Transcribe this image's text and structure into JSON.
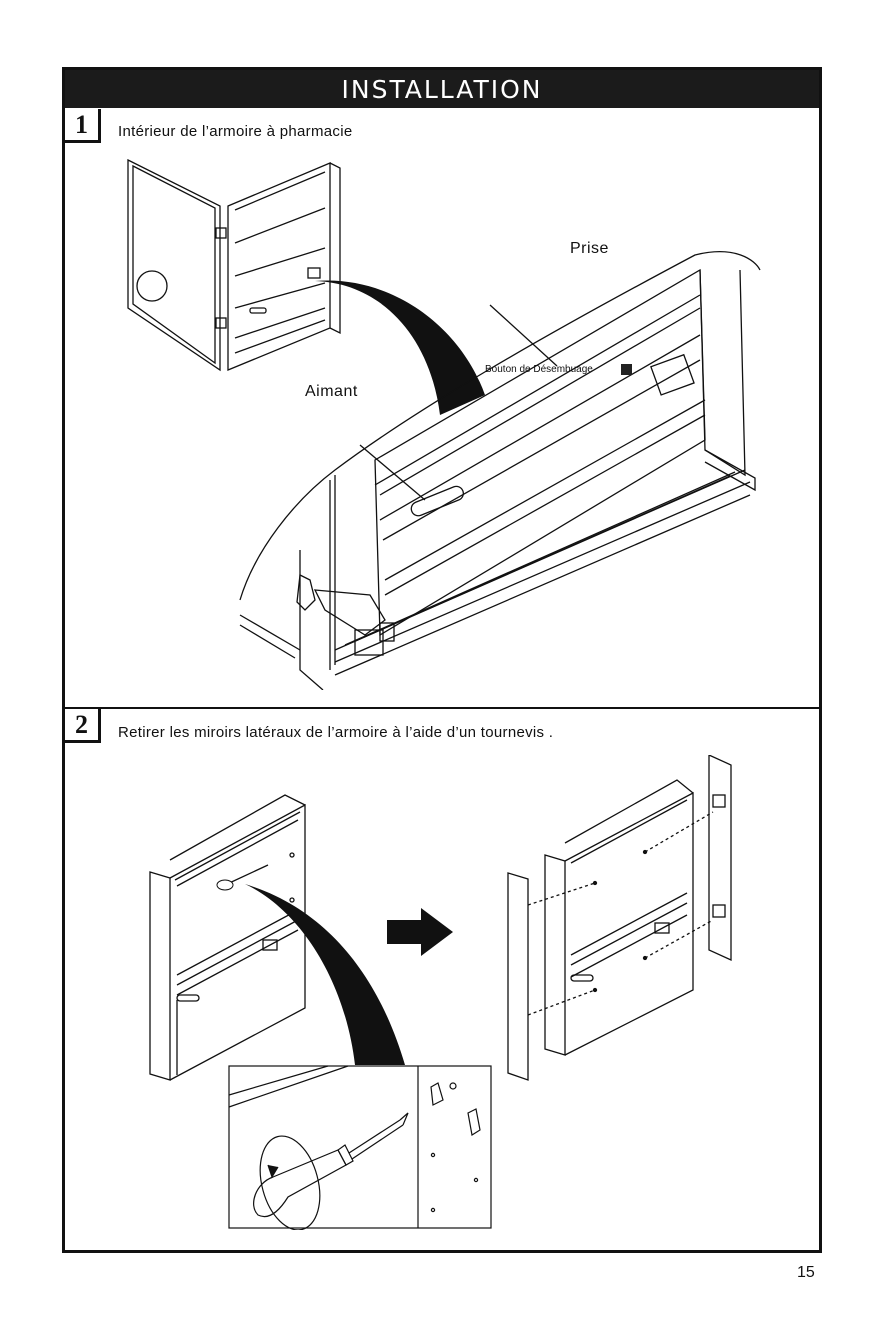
{
  "header": {
    "title": "INSTALLATION"
  },
  "steps": [
    {
      "number": "1",
      "title": "Intérieur de l’armoire à pharmacie"
    },
    {
      "number": "2",
      "title": "Retirer les miroirs latéraux de l’armoire à l’aide d’un tournevis ."
    }
  ],
  "callouts": {
    "outlet": "Prise",
    "defog_button": "Bouton de Désembuage",
    "magnet": "Aimant"
  },
  "footer": {
    "page_number": "15"
  }
}
